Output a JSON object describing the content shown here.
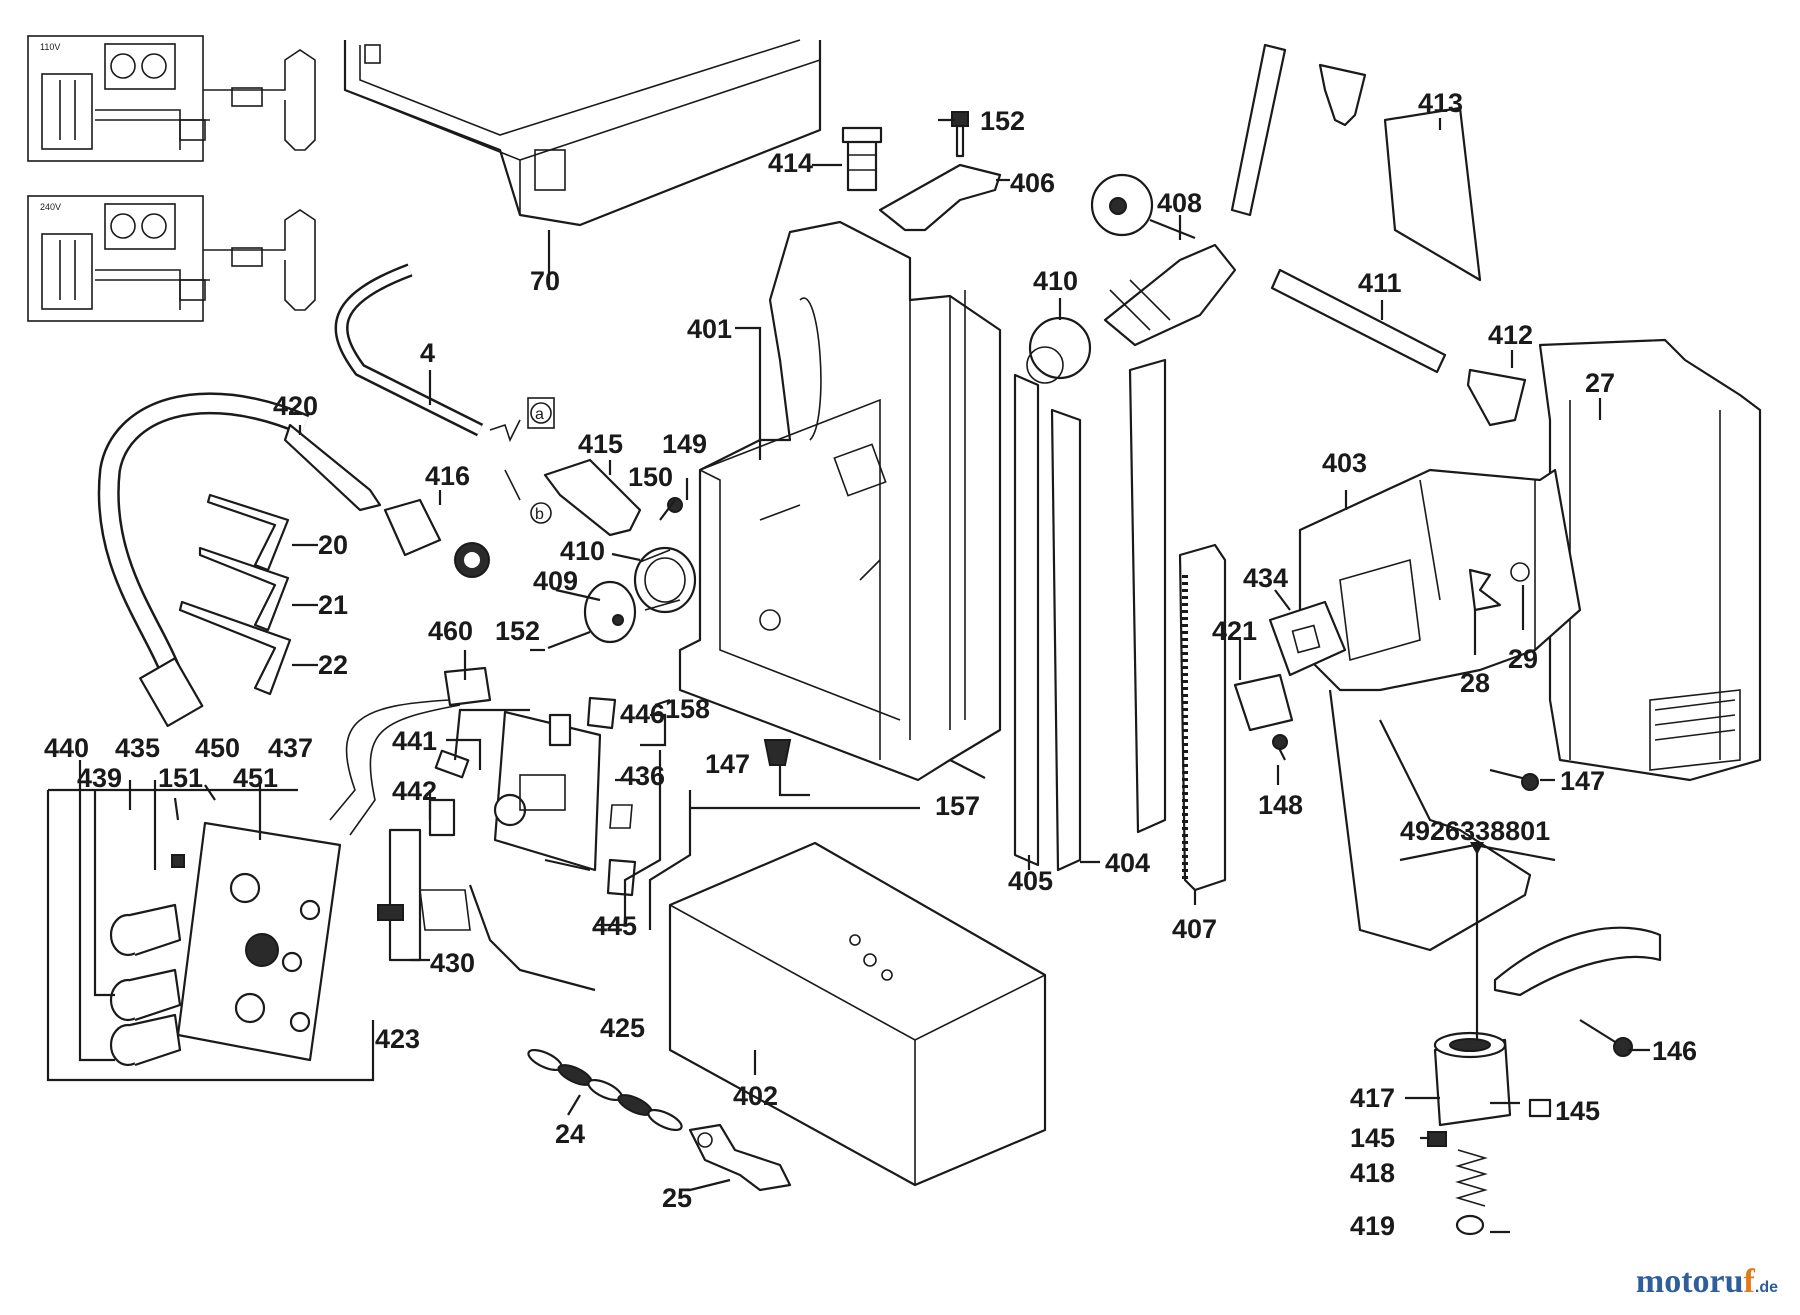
{
  "callouts": {
    "c70": "70",
    "c4": "4",
    "c420": "420",
    "c416": "416",
    "c415": "415",
    "c149": "149",
    "c150": "150",
    "c20": "20",
    "c21": "21",
    "c22": "22",
    "c410a": "410",
    "c409": "409",
    "c152a": "152",
    "c460": "460",
    "c158": "158",
    "c414": "414",
    "c152b": "152",
    "c406": "406",
    "c401": "401",
    "c408": "408",
    "c410b": "410",
    "c413": "413",
    "c411": "411",
    "c412": "412",
    "c27": "27",
    "c403": "403",
    "c434": "434",
    "c421": "421",
    "c28": "28",
    "c29": "29",
    "c147a": "147",
    "c147b": "147",
    "c148": "148",
    "c157": "157",
    "c405": "405",
    "c404": "404",
    "c407": "407",
    "c441": "441",
    "c446": "446",
    "c436": "436",
    "c442": "442",
    "c445": "445",
    "c440": "440",
    "c435": "435",
    "c450": "450",
    "c437": "437",
    "c439": "439",
    "c151": "151",
    "c451": "451",
    "c430": "430",
    "c425": "425",
    "c423": "423",
    "c402": "402",
    "c24": "24",
    "c25": "25",
    "c417": "417",
    "c146": "146",
    "c145a": "145",
    "c145b": "145",
    "c418": "418",
    "c419": "419"
  },
  "callout_sub": {
    "a": "a",
    "b": "b"
  },
  "part_number": "4926338801",
  "wiring_inset": {
    "voltage_top": "110V",
    "voltage_bottom": "240V"
  },
  "brand": {
    "name_main": "motoru",
    "name_accent": "f",
    "tld": ".de"
  }
}
